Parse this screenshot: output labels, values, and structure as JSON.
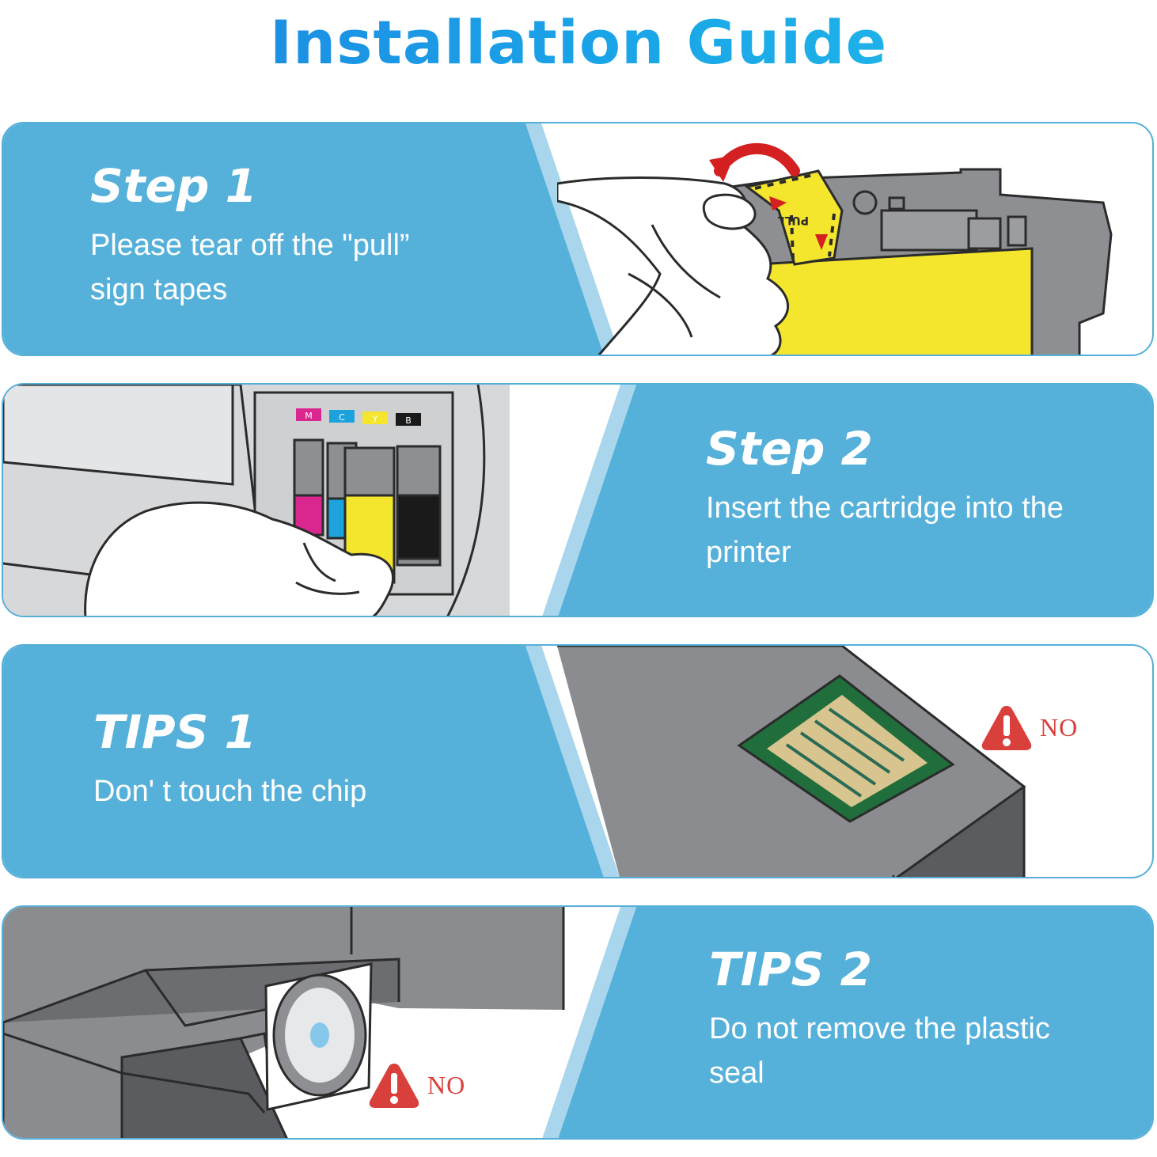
{
  "header": {
    "title": "Installation Guide"
  },
  "colors": {
    "panel_blue": "#56b1da",
    "divider_light": "#a9d6ec",
    "title_blue": "#1a8fe3",
    "warning_red": "#d9403b",
    "cartridge_yellow": "#f3e62c",
    "chip_green": "#1f6e3c"
  },
  "steps": [
    {
      "title": "Step 1",
      "description": "Please tear off the \"pull” sign tapes",
      "pull_label": "PULL"
    },
    {
      "title": "Step 2",
      "description": "Insert the cartridge into the printer",
      "slot_labels": [
        "M",
        "C",
        "Y",
        "B"
      ]
    },
    {
      "title": "TIPS 1",
      "description": "Don' t touch the chip",
      "warning": "NO"
    },
    {
      "title": "TIPS 2",
      "description": "Do not remove the plastic seal",
      "warning": "NO"
    }
  ]
}
